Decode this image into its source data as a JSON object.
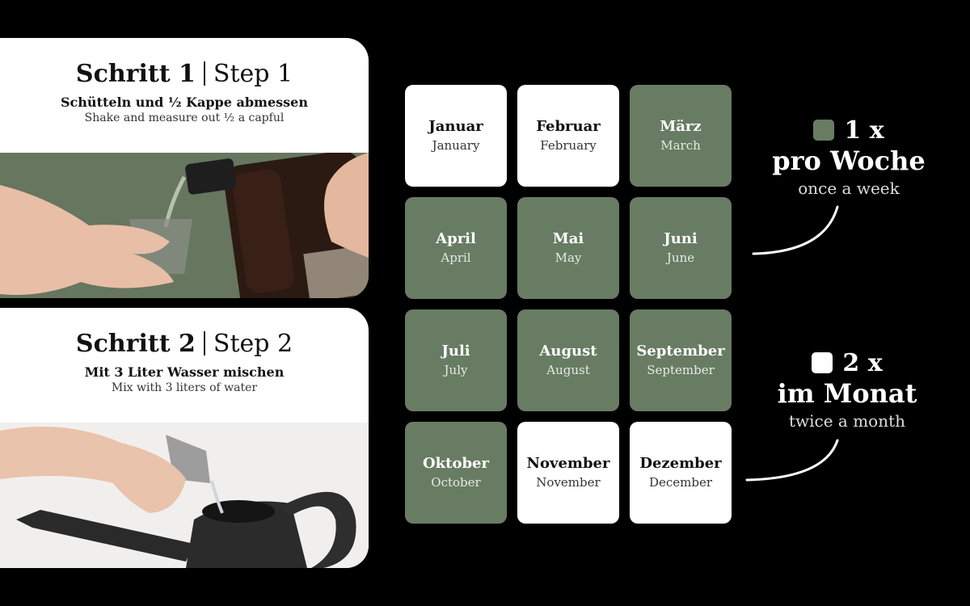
{
  "steps": [
    {
      "title_de": "Schritt 1",
      "title_en": "Step 1",
      "subtitle_de": "Schütteln und ½ Kappe abmessen",
      "subtitle_en": "Shake and measure out ½ a capful"
    },
    {
      "title_de": "Schritt 2",
      "title_en": "Step 2",
      "subtitle_de": "Mit 3 Liter Wasser mischen",
      "subtitle_en": "Mix with 3 liters of water"
    }
  ],
  "months": [
    {
      "de": "Januar",
      "en": "January",
      "schedule": "twice"
    },
    {
      "de": "Februar",
      "en": "February",
      "schedule": "twice"
    },
    {
      "de": "März",
      "en": "March",
      "schedule": "weekly"
    },
    {
      "de": "April",
      "en": "April",
      "schedule": "weekly"
    },
    {
      "de": "Mai",
      "en": "May",
      "schedule": "weekly"
    },
    {
      "de": "Juni",
      "en": "June",
      "schedule": "weekly"
    },
    {
      "de": "Juli",
      "en": "July",
      "schedule": "weekly"
    },
    {
      "de": "August",
      "en": "August",
      "schedule": "weekly"
    },
    {
      "de": "September",
      "en": "September",
      "schedule": "weekly"
    },
    {
      "de": "Oktober",
      "en": "October",
      "schedule": "weekly"
    },
    {
      "de": "November",
      "en": "November",
      "schedule": "twice"
    },
    {
      "de": "Dezember",
      "en": "December",
      "schedule": "twice"
    }
  ],
  "legend": {
    "weekly": {
      "freq": "1 x",
      "label_de": "pro Woche",
      "label_en": "once a week",
      "color": "#687c63"
    },
    "twice": {
      "freq": "2 x",
      "label_de": "im Monat",
      "label_en": "twice a month",
      "color": "#ffffff"
    }
  },
  "colors": {
    "background": "#000000",
    "card": "#ffffff",
    "accent_green": "#687c63"
  }
}
